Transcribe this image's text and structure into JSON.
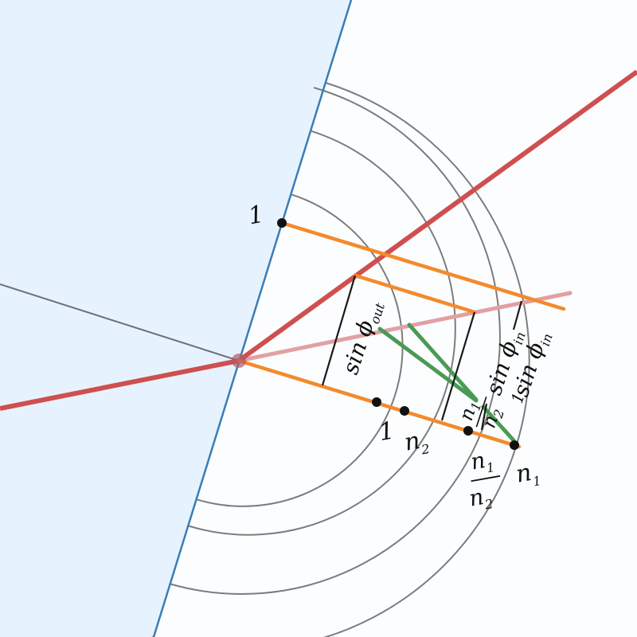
{
  "colors": {
    "left_medium_fill": "#e6f3fe",
    "right_medium_fill": "#fbfdff",
    "interface": "#3a7db7",
    "normal": "#6c7179",
    "arcs": "#7c7c7c",
    "ray": "#cf4f50",
    "ray_faint": "#e2a0a2",
    "construction": "#f48a2c",
    "green": "#4a9a55",
    "sine": "#1a1a1a",
    "points": "#111111"
  },
  "labels": {
    "one_top": "1",
    "sin_out": "sin ϕ",
    "sin_out_sub": "out",
    "sin_in_a": "sin ϕ",
    "sin_in_a_sub": "in",
    "sin_in_b": "sin ϕ",
    "sin_in_b_sub": "in",
    "n1_over_n2_slanted_num": "n",
    "n1_over_n2_slanted_num_sub": "1",
    "n1_over_n2_slanted_den": "n",
    "n1_over_n2_slanted_den_sub": "2",
    "slanted_one": "1",
    "axis_one": "1",
    "axis_n2": "n",
    "axis_n2_sub": "2",
    "axis_ratio_num": "n",
    "axis_ratio_num_sub": "1",
    "axis_ratio_den": "n",
    "axis_ratio_den_sub": "2",
    "axis_n1": "n",
    "axis_n1_sub": "1"
  }
}
